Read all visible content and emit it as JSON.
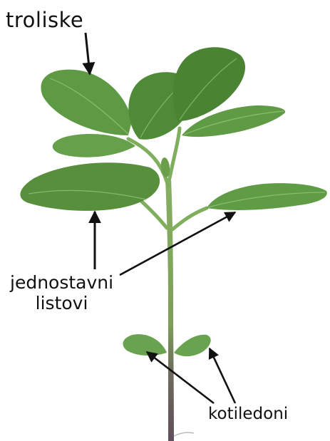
{
  "labels": {
    "trifoliate": "troliske",
    "simple_line1": "jednostavni",
    "simple_line2": "listovi",
    "cotyledons": "kotiledoni"
  },
  "colors": {
    "leaf": "#5f9a45",
    "leaf_dark": "#4a8132",
    "leaf_light": "#7fb35f",
    "vein": "#8cbd6c",
    "stem": "#7ea85a",
    "stem_lower": "#6b5a5e",
    "arrow": "#111111",
    "text": "#111111"
  }
}
